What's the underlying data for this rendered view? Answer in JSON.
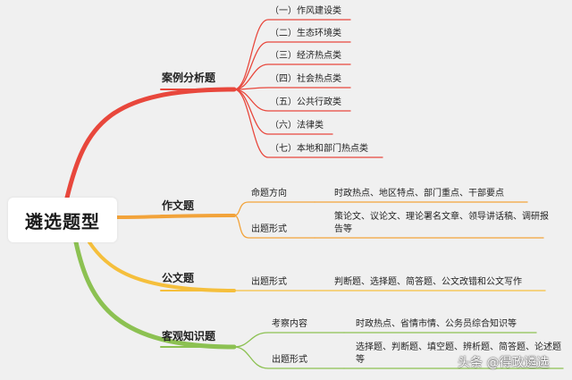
{
  "root": "遴选题型",
  "branches": [
    {
      "label": "案例分析题",
      "color": "#e8473c",
      "items": [
        "（一）作风建设类",
        "（二）生态环境类",
        "（三）经济热点类",
        "（四）社会热点类",
        "（五）公共行政类",
        "（六）法律类",
        "（七）本地和部门热点类"
      ]
    },
    {
      "label": "作文题",
      "color": "#f2a33a",
      "subs": [
        {
          "label": "命题方向",
          "text": "时政热点、地区特点、部门重点、干部要点"
        },
        {
          "label": "出题形式",
          "text": "策论文、议论文、理论署名文章、领导讲话稿、调研报告等"
        }
      ]
    },
    {
      "label": "公文题",
      "color": "#f5bf3c",
      "subs": [
        {
          "label": "出题形式",
          "text": "判断题、选择题、简答题、公文改错和公文写作"
        }
      ]
    },
    {
      "label": "客观知识题",
      "color": "#8cc152",
      "subs": [
        {
          "label": "考察内容",
          "text": "时政热点、省情市情、公务员综合知识等"
        },
        {
          "label": "出题形式",
          "text": "选择题、判断题、填空题、辨析题、简答题、论述题等"
        }
      ]
    }
  ],
  "watermark": "头条 @得政遴选"
}
